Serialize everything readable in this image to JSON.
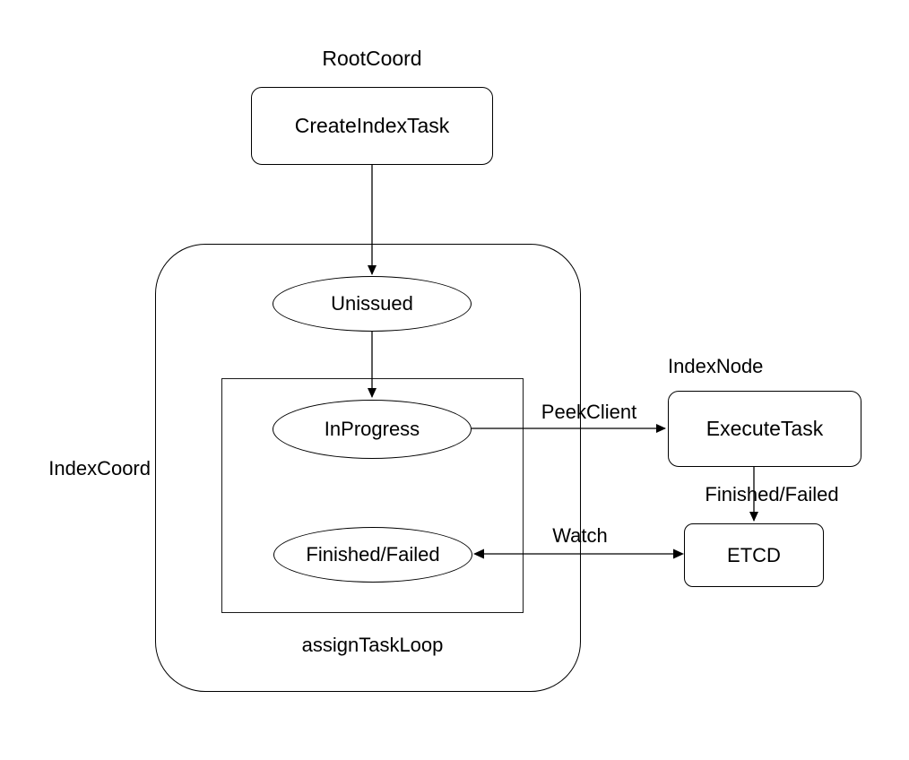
{
  "labels": {
    "root_coord": "RootCoord",
    "index_coord": "IndexCoord",
    "index_node": "IndexNode",
    "assign_task_loop": "assignTaskLoop"
  },
  "nodes": {
    "create_index_task": {
      "label": "CreateIndexTask",
      "shape": "rounded-rect"
    },
    "unissued": {
      "label": "Unissued",
      "shape": "ellipse"
    },
    "in_progress": {
      "label": "InProgress",
      "shape": "ellipse"
    },
    "finished_failed": {
      "label": "Finished/Failed",
      "shape": "ellipse"
    },
    "execute_task": {
      "label": "ExecuteTask",
      "shape": "rounded-rect"
    },
    "etcd": {
      "label": "ETCD",
      "shape": "rounded-rect"
    }
  },
  "edges": [
    {
      "from": "CreateIndexTask",
      "to": "Unissued",
      "label": "",
      "bidirectional": false
    },
    {
      "from": "Unissued",
      "to": "InProgress",
      "label": "",
      "bidirectional": false
    },
    {
      "from": "InProgress",
      "to": "ExecuteTask",
      "label": "PeekClient",
      "bidirectional": false
    },
    {
      "from": "ExecuteTask",
      "to": "ETCD",
      "label": "Finished/Failed",
      "bidirectional": false
    },
    {
      "from": "Finished/Failed",
      "to": "ETCD",
      "label": "Watch",
      "bidirectional": true
    }
  ],
  "colors": {
    "stroke": "#000000",
    "text": "#000000",
    "background": "#ffffff"
  }
}
